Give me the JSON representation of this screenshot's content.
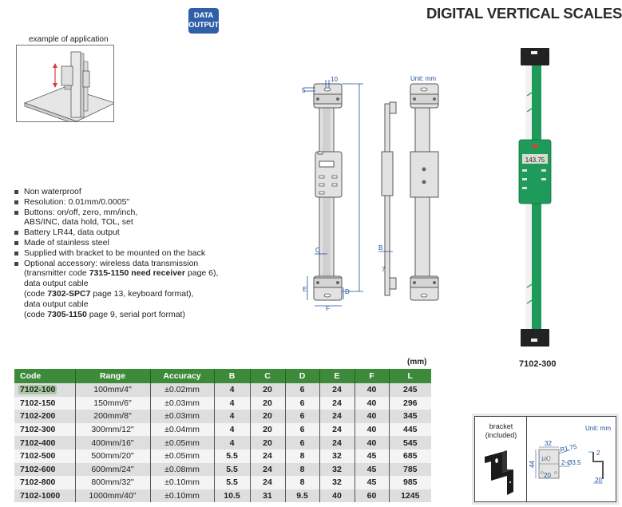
{
  "header": {
    "title": "DIGITAL VERTICAL SCALES",
    "badge_line1": "DATA",
    "badge_line2": "OUTPUT"
  },
  "application": {
    "caption": "example of application"
  },
  "features": [
    {
      "text": "Non waterproof"
    },
    {
      "text": "Resolution: 0.01mm/0.0005\""
    },
    {
      "text": "Buttons: on/off, zero, mm/inch,"
    },
    {
      "text": "ABS/INC, data hold, TOL, set",
      "continuation": true
    },
    {
      "text": "Battery LR44, data output"
    },
    {
      "text": "Made of stainless steel"
    },
    {
      "text": "Supplied with bracket to be mounted on the back"
    },
    {
      "text": "Optional accessory: wireless data transmission"
    }
  ],
  "accessory_lines": {
    "l1_pre": "(transmitter code ",
    "l1_bold": "7315-1150 need receiver",
    "l1_post": " page 6),",
    "l2": "data output cable",
    "l3_pre": "(code ",
    "l3_bold": "7302-SPC7",
    "l3_post": " page 13, keyboard format),",
    "l4": "data output cable",
    "l5_pre": "(code ",
    "l5_bold": "7305-1150",
    "l5_post": " page 9, serial port format)"
  },
  "drawing": {
    "unit": "Unit: mm",
    "dim_10": "10",
    "dim_5": "5",
    "dim_C": "C",
    "dim_B": "B",
    "dim_7": "7",
    "dim_E": "E",
    "dim_D": "D",
    "dim_F": "F"
  },
  "product": {
    "code": "7102-300",
    "display_value": "143.75"
  },
  "table": {
    "unit": "(mm)",
    "columns": [
      "Code",
      "Range",
      "Accuracy",
      "B",
      "C",
      "D",
      "E",
      "F",
      "L"
    ],
    "rows": [
      [
        "7102-100",
        "100mm/4\"",
        "±0.02mm",
        "4",
        "20",
        "6",
        "24",
        "40",
        "245"
      ],
      [
        "7102-150",
        "150mm/6\"",
        "±0.03mm",
        "4",
        "20",
        "6",
        "24",
        "40",
        "296"
      ],
      [
        "7102-200",
        "200mm/8\"",
        "±0.03mm",
        "4",
        "20",
        "6",
        "24",
        "40",
        "345"
      ],
      [
        "7102-300",
        "300mm/12\"",
        "±0.04mm",
        "4",
        "20",
        "6",
        "24",
        "40",
        "445"
      ],
      [
        "7102-400",
        "400mm/16\"",
        "±0.05mm",
        "4",
        "20",
        "6",
        "24",
        "40",
        "545"
      ],
      [
        "7102-500",
        "500mm/20\"",
        "±0.05mm",
        "5.5",
        "24",
        "8",
        "32",
        "45",
        "685"
      ],
      [
        "7102-600",
        "600mm/24\"",
        "±0.08mm",
        "5.5",
        "24",
        "8",
        "32",
        "45",
        "785"
      ],
      [
        "7102-800",
        "800mm/32\"",
        "±0.10mm",
        "5.5",
        "24",
        "8",
        "32",
        "45",
        "985"
      ],
      [
        "7102-1000",
        "1000mm/40\"",
        "±0.10mm",
        "10.5",
        "31",
        "9.5",
        "40",
        "60",
        "1245"
      ]
    ]
  },
  "bracket": {
    "caption_line1": "bracket",
    "caption_line2": "(included)",
    "unit": "Unit: mm",
    "dim_32": "32",
    "dim_R": "R1.75",
    "dim_44": "44",
    "dim_10": "10",
    "dim_20a": "20",
    "dim_hole": "2-Ø3.5",
    "dim_2": "2",
    "dim_20b": "20"
  },
  "colors": {
    "table_header": "#3d8a3a",
    "badge": "#2f5fa8",
    "dimension_blue": "#1f4fa0",
    "product_green": "#1e9a5a"
  }
}
